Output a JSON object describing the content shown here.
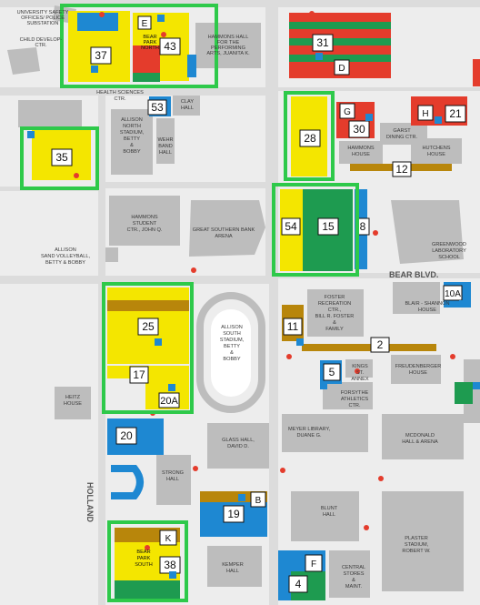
{
  "colors": {
    "street": "#dcdcdc",
    "block": "#ededed",
    "building": "#bdbdbd",
    "parking_yellow": "#f4e600",
    "parking_blue": "#1e88d2",
    "parking_red": "#e43c2c",
    "parking_green": "#1e9b50",
    "walkway": "#b8860b",
    "highlight": "#2ec94a"
  },
  "streets": {
    "bear_blvd": "BEAR BLVD.",
    "holland": "HOLLAND"
  },
  "buildings": {
    "univ_safety": [
      "UNIVERSITY SAFETY",
      "OFFICES/ POLICE",
      "SUBSTATION"
    ],
    "child_dev": [
      "CHILD DEVELOP-",
      "CTR."
    ],
    "hammons_hall": [
      "HAMMONS HALL",
      "FOR THE",
      "PERFORMING",
      "ARTS, JUANITA K."
    ],
    "health_sciences": [
      "HEALTH SCIENCES",
      "CTR."
    ],
    "clay_hall": [
      "CLAY",
      "HALL"
    ],
    "allison_north": [
      "ALLISON",
      "NORTH",
      "STADIUM,",
      "BETTY",
      "&",
      "BOBBY"
    ],
    "wehr_band": [
      "WEHR",
      "BAND",
      "HALL"
    ],
    "garst": [
      "GARST",
      "DINING CTR."
    ],
    "hammons_house": [
      "HAMMONS",
      "HOUSE"
    ],
    "hutchens_house": [
      "HUTCHENS",
      "HOUSE"
    ],
    "hammons_student": [
      "HAMMONS",
      "STUDENT",
      "CTR., JOHN Q."
    ],
    "gsb_arena": [
      "GREAT SOUTHERN BANK",
      "ARENA"
    ],
    "allison_sand": [
      "ALLISON",
      "SAND VOLLEYBALL,",
      "BETTY & BOBBY"
    ],
    "greenwood": [
      "GREENWOOD",
      "LABORATORY",
      "SCHOOL"
    ],
    "foster": [
      "FOSTER",
      "RECREATION",
      "CTR.,",
      "BILL R. FOSTER",
      "&",
      "FAMILY"
    ],
    "blair_shannon": [
      "BLAIR - SHANNON",
      "HOUSE"
    ],
    "allison_south": [
      "ALLISON",
      "SOUTH",
      "STADIUM,",
      "BETTY",
      "&",
      "BOBBY"
    ],
    "kings": [
      "KINGS",
      "ST.",
      "ANNEX"
    ],
    "freudenberger": [
      "FREUDENBERGER",
      "HOUSE"
    ],
    "forsythe": [
      "FORSYTHE",
      "ATHLETICS",
      "CTR."
    ],
    "heitz": [
      "HEITZ",
      "HOUSE"
    ],
    "meyer": [
      "MEYER LIBRARY,",
      "DUANE G."
    ],
    "mcdonald": [
      "MCDONALD",
      "HALL & ARENA"
    ],
    "glass": [
      "GLASS HALL,",
      "DAVID D."
    ],
    "strong": [
      "STRONG",
      "HALL"
    ],
    "blunt": [
      "BLUNT",
      "HALL"
    ],
    "plaster": [
      "PLASTER",
      "STADIUM,",
      "ROBERT W."
    ],
    "kemper": [
      "KEMPER",
      "HALL"
    ],
    "central_stores": [
      "CENTRAL",
      "STORES",
      "&",
      "MAINT."
    ],
    "bear_park_north": [
      "BEAR",
      "PARK",
      "NORTH"
    ],
    "bear_park_south": [
      "BEAR",
      "PARK",
      "SOUTH"
    ]
  },
  "lots": {
    "l37": "37",
    "l43": "43",
    "lE": "E",
    "l31": "31",
    "lD": "D",
    "l53": "53",
    "l35": "35",
    "l28": "28",
    "lG": "G",
    "l30": "30",
    "lH": "H",
    "l21": "21",
    "l12": "12",
    "l54": "54",
    "l15": "15",
    "l8": "8",
    "l10A": "10A",
    "l11": "11",
    "l2": "2",
    "l25": "25",
    "l5": "5",
    "l17": "17",
    "l20A": "20A",
    "l20": "20",
    "lB": "B",
    "l19": "19",
    "lK": "K",
    "l38": "38",
    "lF": "F",
    "l4": "4"
  }
}
